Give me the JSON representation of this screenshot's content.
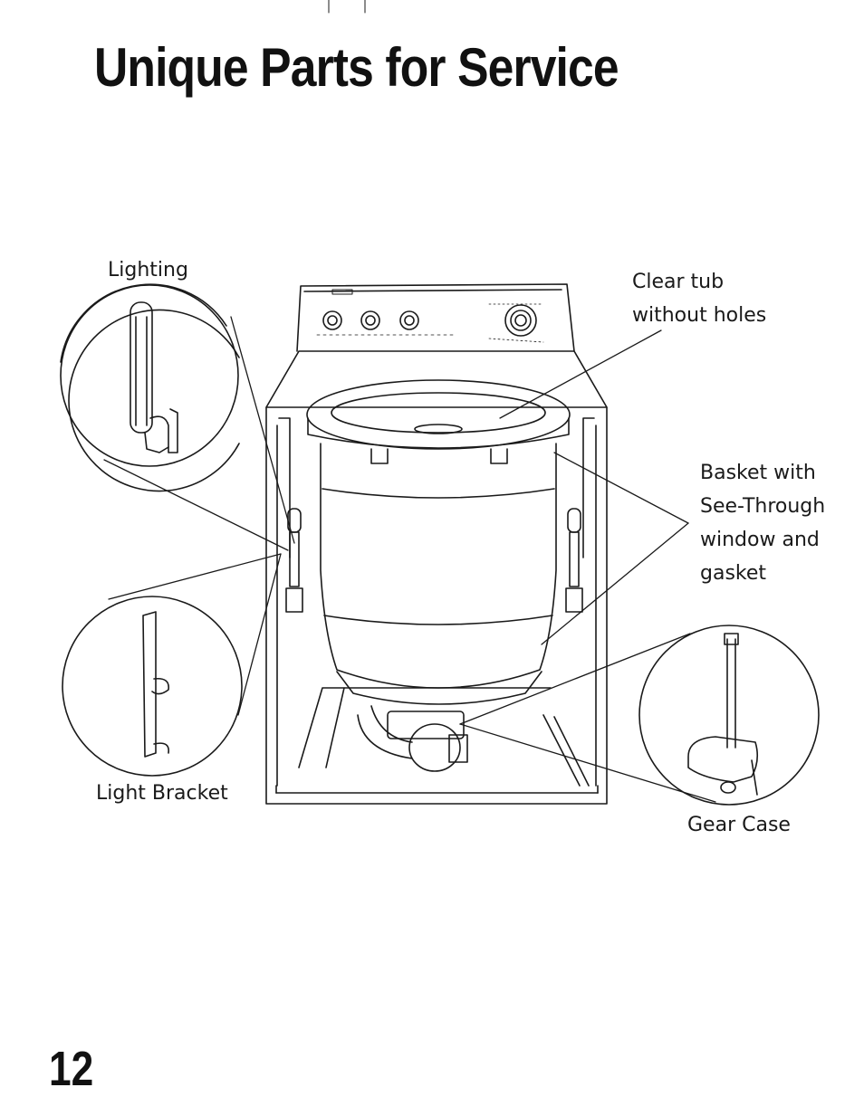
{
  "title": "Unique Parts for Service",
  "page_number": "12",
  "callouts": {
    "lighting": [
      "Lighting"
    ],
    "clear_tub": [
      "Clear tub",
      "without holes"
    ],
    "basket": [
      "Basket with",
      "See-Through",
      "window and",
      "gasket"
    ],
    "light_bracket": [
      "Light Bracket"
    ],
    "gear_case": [
      "Gear Case"
    ]
  }
}
